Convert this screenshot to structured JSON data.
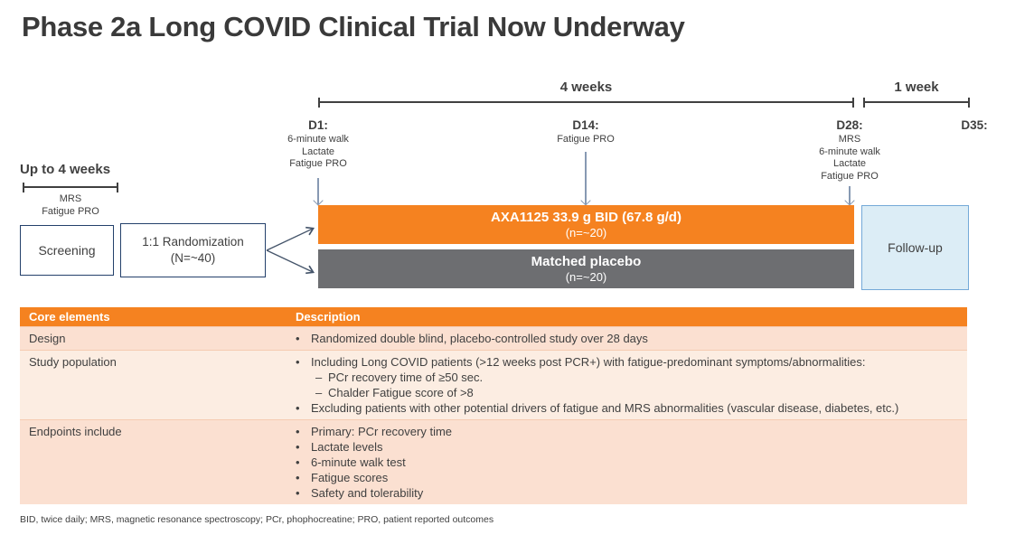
{
  "title": "Phase 2a Long COVID Clinical Trial Now Underway",
  "chars": {
    "bullet": "•",
    "dash": "–"
  },
  "colors": {
    "accent_orange": "#F58220",
    "placebo_gray": "#6D6E71",
    "followup_blue_fill": "#DCEDF6",
    "box_border_navy": "#24406B",
    "table_row_peach": "#FBE0D1",
    "table_row_light_peach": "#FCEDE2"
  },
  "timeline": {
    "span4": "4 weeks",
    "span1": "1 week",
    "timepoints": [
      {
        "label": "D1:",
        "details": [
          "6-minute walk",
          "Lactate",
          "Fatigue PRO"
        ]
      },
      {
        "label": "D14:",
        "details": [
          "Fatigue PRO"
        ]
      },
      {
        "label": "D28:",
        "details": [
          "MRS",
          "6-minute walk",
          "Lactate",
          "Fatigue PRO"
        ]
      },
      {
        "label": "D35:",
        "details": []
      }
    ]
  },
  "prescreen": {
    "label": "Up to 4 weeks",
    "details": [
      "MRS",
      "Fatigue PRO"
    ]
  },
  "flow": {
    "screening": "Screening",
    "randomization_line1": "1:1 Randomization",
    "randomization_line2": "(N=~40)",
    "axa_arm": {
      "dose": "AXA1125 33.9 g BID (67.8 g/d)",
      "n": "(n=~20)"
    },
    "placebo_arm": {
      "name": "Matched placebo",
      "n": "(n=~20)"
    },
    "followup": "Follow-up"
  },
  "table": {
    "headers": [
      "Core elements",
      "Description"
    ],
    "rows": [
      {
        "element": "Design",
        "items": [
          {
            "text": "Randomized double blind, placebo-controlled study over 28 days"
          }
        ]
      },
      {
        "element": "Study population",
        "items": [
          {
            "text": "Including Long COVID patients (>12 weeks post PCR+) with fatigue-predominant symptoms/abnormalities:"
          },
          {
            "text": "PCr recovery time of ≥50 sec."
          },
          {
            "text": "Chalder Fatigue score of >8"
          },
          {
            "text": "Excluding patients with other potential drivers of fatigue and MRS abnormalities (vascular disease, diabetes, etc.)"
          }
        ]
      },
      {
        "element": "Endpoints include",
        "items": [
          {
            "text": "Primary: PCr recovery time"
          },
          {
            "text": "Lactate levels"
          },
          {
            "text": "6-minute walk test"
          },
          {
            "text": "Fatigue scores"
          },
          {
            "text": "Safety and tolerability"
          }
        ]
      }
    ]
  },
  "footnote": "BID, twice daily; MRS, magnetic resonance spectroscopy; PCr, phophocreatine; PRO, patient reported outcomes"
}
